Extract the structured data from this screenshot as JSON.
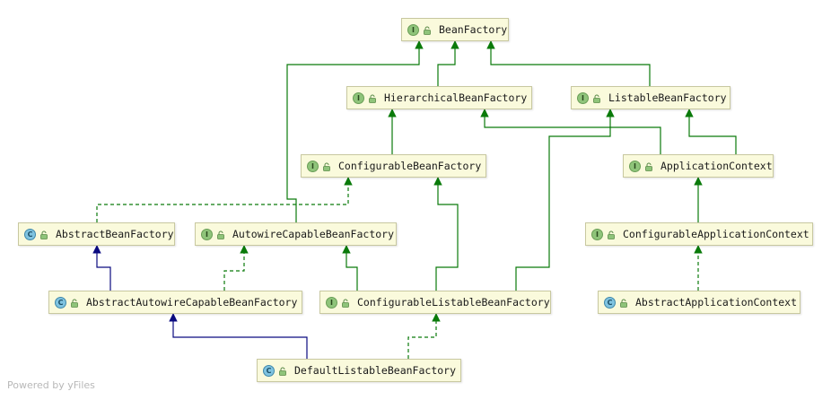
{
  "nodes": [
    {
      "id": "bf",
      "kind": "I",
      "label": "BeanFactory"
    },
    {
      "id": "hbf",
      "kind": "I",
      "label": "HierarchicalBeanFactory"
    },
    {
      "id": "lbf",
      "kind": "I",
      "label": "ListableBeanFactory"
    },
    {
      "id": "cbf",
      "kind": "I",
      "label": "ConfigurableBeanFactory"
    },
    {
      "id": "ac",
      "kind": "I",
      "label": "ApplicationContext"
    },
    {
      "id": "abf",
      "kind": "C",
      "label": "AbstractBeanFactory"
    },
    {
      "id": "acbf",
      "kind": "I",
      "label": "AutowireCapableBeanFactory"
    },
    {
      "id": "cac",
      "kind": "I",
      "label": "ConfigurableApplicationContext"
    },
    {
      "id": "aacbf",
      "kind": "C",
      "label": "AbstractAutowireCapableBeanFactory"
    },
    {
      "id": "clbf",
      "kind": "I",
      "label": "ConfigurableListableBeanFactory"
    },
    {
      "id": "aac",
      "kind": "C",
      "label": "AbstractApplicationContext"
    },
    {
      "id": "dlbf",
      "kind": "C",
      "label": "DefaultListableBeanFactory"
    }
  ],
  "edges": [
    {
      "from": "hbf",
      "to": "bf",
      "type": "interface-extends"
    },
    {
      "from": "lbf",
      "to": "bf",
      "type": "interface-extends"
    },
    {
      "from": "acbf",
      "to": "bf",
      "type": "interface-extends"
    },
    {
      "from": "cbf",
      "to": "hbf",
      "type": "interface-extends"
    },
    {
      "from": "ac",
      "to": "hbf",
      "type": "interface-extends"
    },
    {
      "from": "ac",
      "to": "lbf",
      "type": "interface-extends"
    },
    {
      "from": "clbf",
      "to": "lbf",
      "type": "interface-extends"
    },
    {
      "from": "clbf",
      "to": "cbf",
      "type": "interface-extends"
    },
    {
      "from": "clbf",
      "to": "acbf",
      "type": "interface-extends"
    },
    {
      "from": "cac",
      "to": "ac",
      "type": "interface-extends"
    },
    {
      "from": "abf",
      "to": "cbf",
      "type": "implements"
    },
    {
      "from": "aacbf",
      "to": "acbf",
      "type": "implements"
    },
    {
      "from": "aac",
      "to": "cac",
      "type": "implements"
    },
    {
      "from": "dlbf",
      "to": "clbf",
      "type": "implements"
    },
    {
      "from": "aacbf",
      "to": "abf",
      "type": "class-extends"
    },
    {
      "from": "dlbf",
      "to": "aacbf",
      "type": "class-extends"
    }
  ],
  "colors": {
    "interface_edge": "#0a7a0a",
    "class_edge": "#0a0a80",
    "node_fill": "#fafadc",
    "node_border": "#c8c8a0"
  },
  "footer": "Powered by yFiles"
}
